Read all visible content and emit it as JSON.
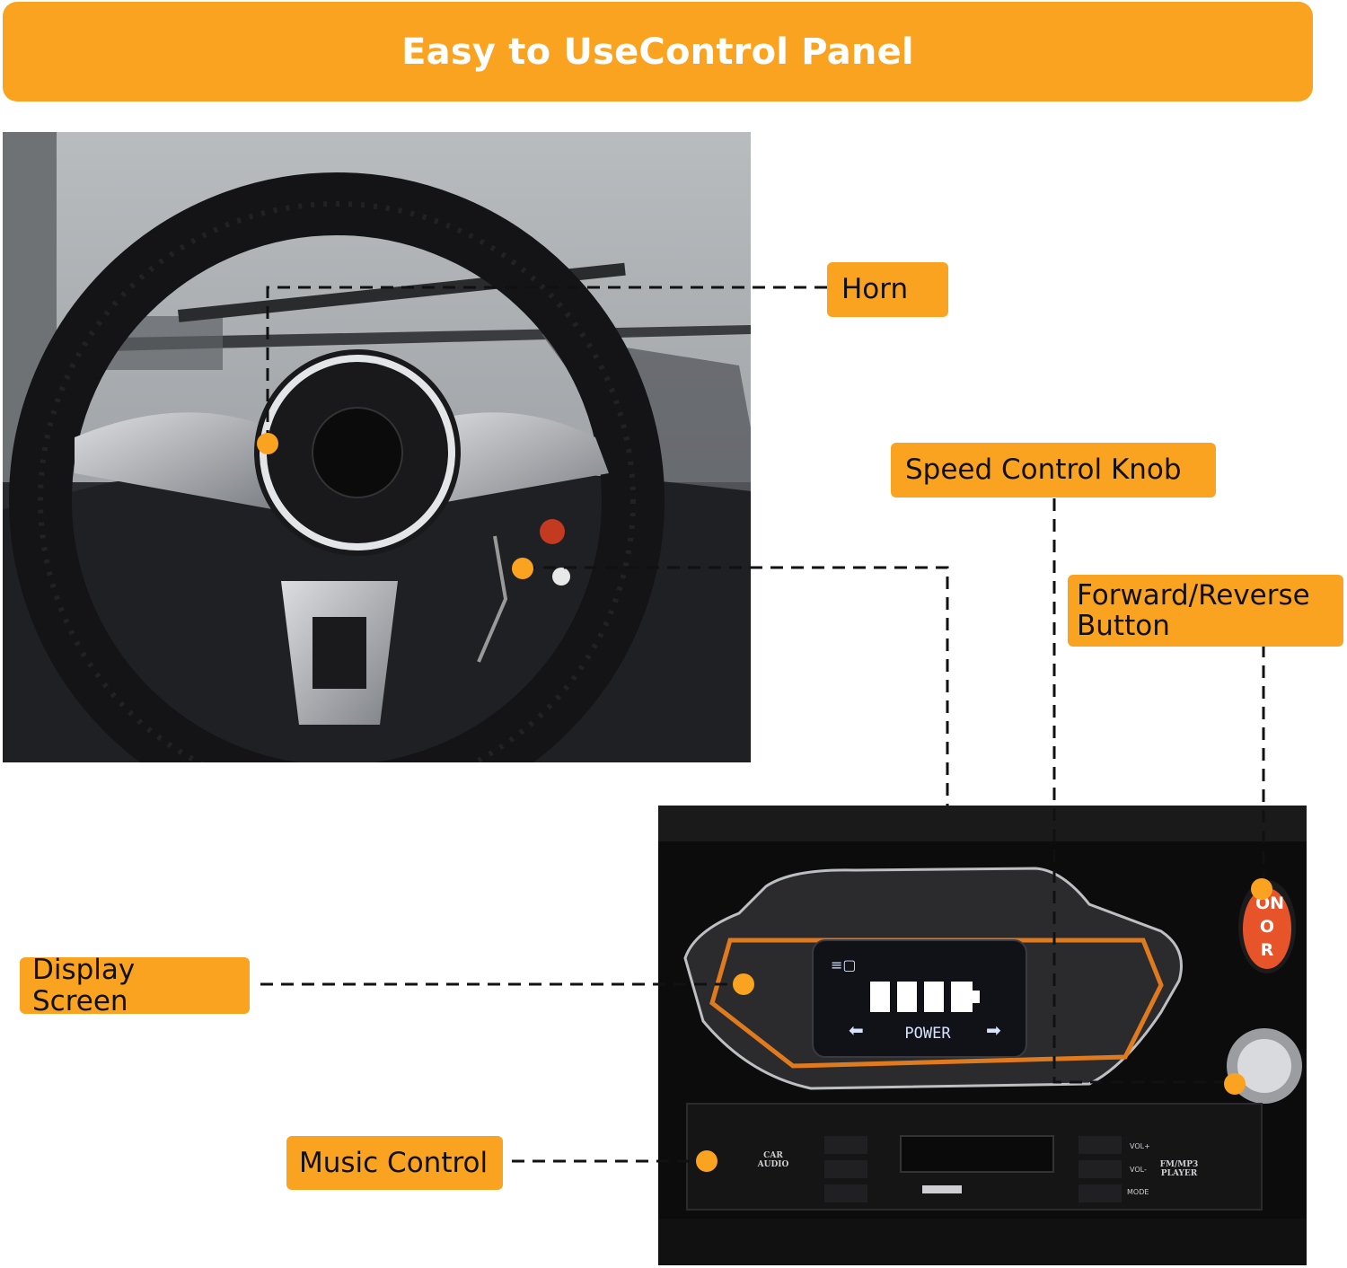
{
  "banner": {
    "title": "Easy to UseControl Panel"
  },
  "callouts": {
    "horn": "Horn",
    "speed_knob": "Speed Control Knob",
    "fwd_rev": "Forward/Reverse\nButton",
    "display": "Display Screen",
    "music": "Music Control"
  },
  "dashboard": {
    "screen_power_label": "POWER",
    "switch_labels": [
      "ON",
      "O",
      "R"
    ],
    "radio_left_label": "CAR\nAUDIO",
    "radio_right_label": "FM/MP3\nPLAYER",
    "radio_buttons": [
      "VOL+",
      "VOL-",
      "MODE"
    ]
  },
  "colors": {
    "accent": "#faa321",
    "banner_text": "#ffffff"
  }
}
